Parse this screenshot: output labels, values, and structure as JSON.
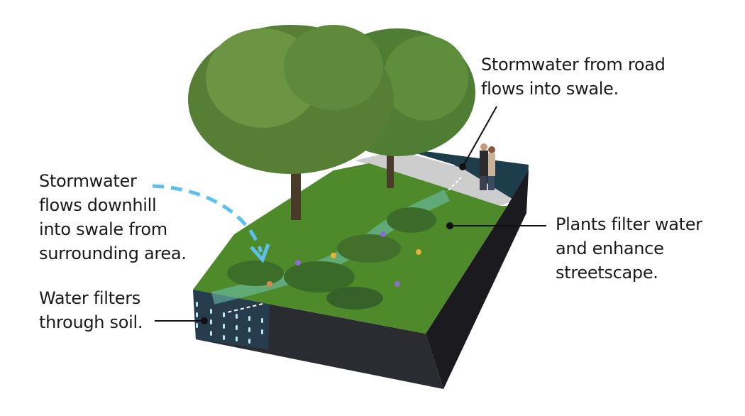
{
  "title": "Bioswale stormwater diagram",
  "colors": {
    "grass": "#4e8a2a",
    "soil": "#2a2a2e",
    "water_arrow": "#5bc0eb",
    "sidewalk": "#cfcfcf",
    "road": "#1e3d4a"
  },
  "labels": {
    "road_flow": [
      "Stormwater from road",
      "flows into swale."
    ],
    "downhill": [
      "Stormwater",
      "flows downhill",
      "into swale from",
      "surrounding area."
    ],
    "soil": [
      "Water filters",
      "through soil."
    ],
    "plants": [
      "Plants filter water",
      "and enhance",
      "streetscape."
    ]
  }
}
